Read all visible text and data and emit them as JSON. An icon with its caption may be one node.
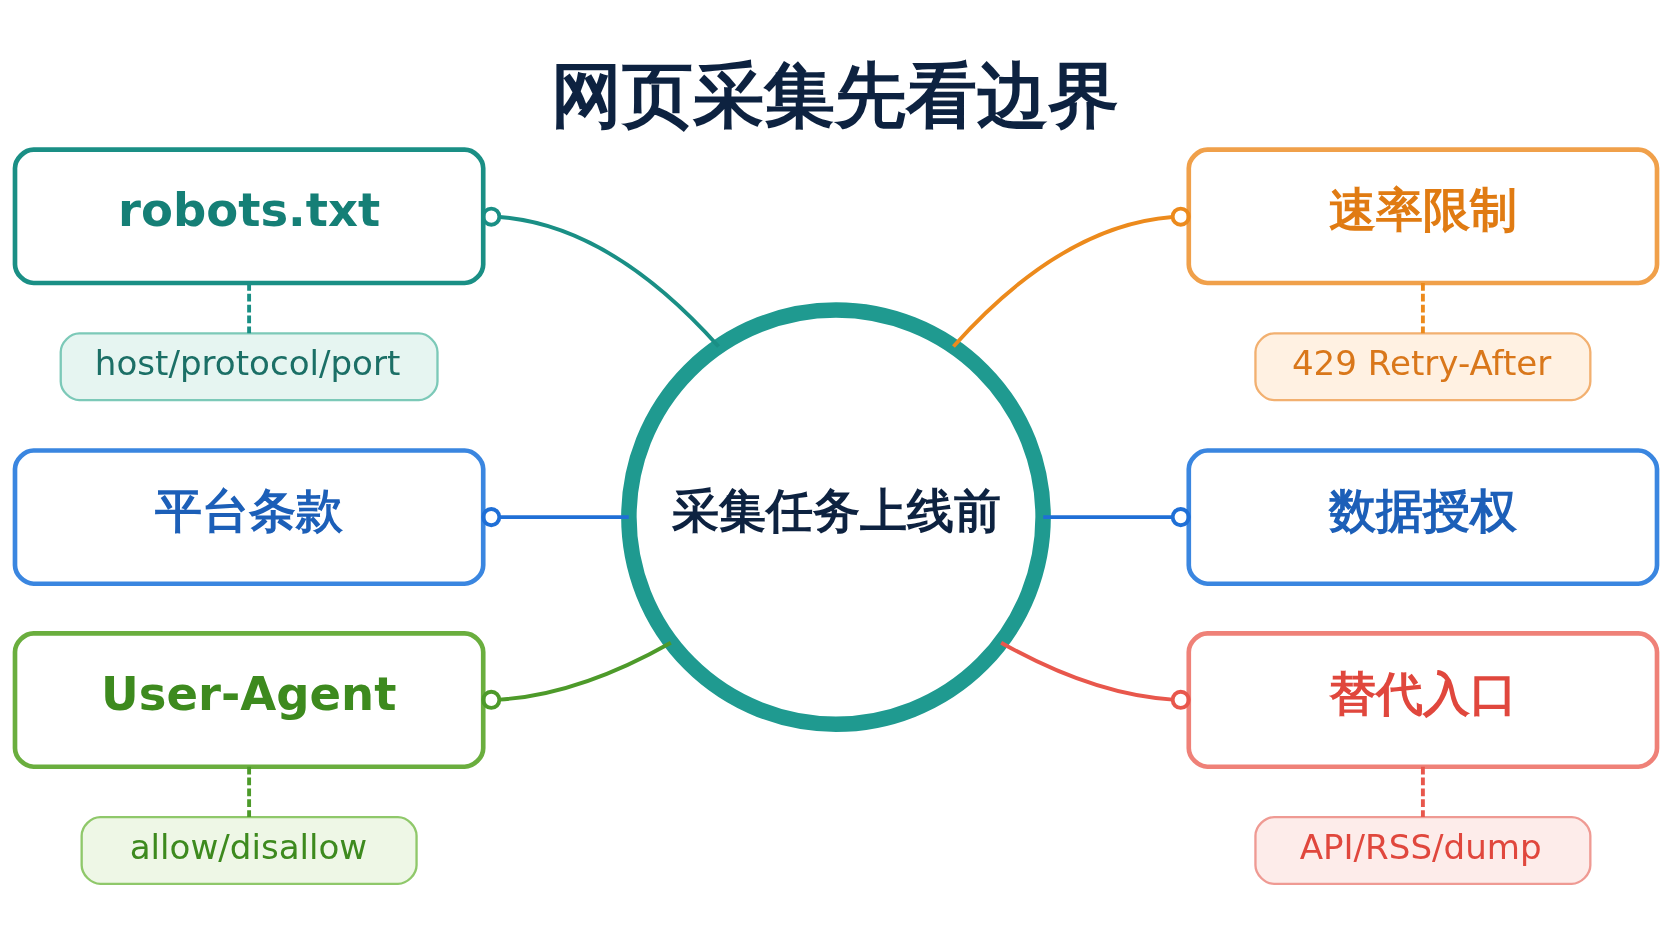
{
  "diagram": {
    "title": "网页采集先看边界",
    "nodes": [
      {
        "text": [
          "robots.txt"
        ]
      },
      {
        "text": [
          "host/protocol/port"
        ]
      },
      {
        "text": [
          "平台条款"
        ]
      },
      {
        "text": [
          "User-Agent"
        ]
      },
      {
        "text": [
          "allow/disallow"
        ]
      },
      {
        "text": [
          "采集任务上线前"
        ]
      },
      {
        "text": [
          "速率限制"
        ]
      },
      {
        "text": [
          "429 Retry-After"
        ]
      },
      {
        "text": [
          "数据授权"
        ]
      },
      {
        "text": [
          "替代入口"
        ]
      },
      {
        "text": [
          "API/RSS/dump"
        ]
      }
    ],
    "edges": [
      {
        "from": 0,
        "to": 5,
        "arrow": "other",
        "color": "#1a8f85"
      },
      {
        "from": 2,
        "to": 5,
        "arrow": "other",
        "color": "#1f6fd6"
      },
      {
        "from": 3,
        "to": 5,
        "arrow": "other",
        "color": "#4d9a2a"
      },
      {
        "from": 5,
        "to": 6,
        "arrow": "other",
        "color": "#ec8a1c"
      },
      {
        "from": 5,
        "to": 8,
        "arrow": "other",
        "color": "#1f6fd6"
      },
      {
        "from": 5,
        "to": 9,
        "arrow": "other",
        "color": "#e8574c"
      },
      {
        "from": 0,
        "to": 1,
        "arrow": "none",
        "style": "dashed",
        "color": "#1a8f85"
      },
      {
        "from": 6,
        "to": 7,
        "arrow": "none",
        "style": "dashed",
        "color": "#ec8a1c"
      },
      {
        "from": 3,
        "to": 4,
        "arrow": "none",
        "style": "dashed",
        "color": "#4d9a2a"
      },
      {
        "from": 9,
        "to": 10,
        "arrow": "none",
        "style": "dashed",
        "color": "#e8574c"
      }
    ]
  }
}
